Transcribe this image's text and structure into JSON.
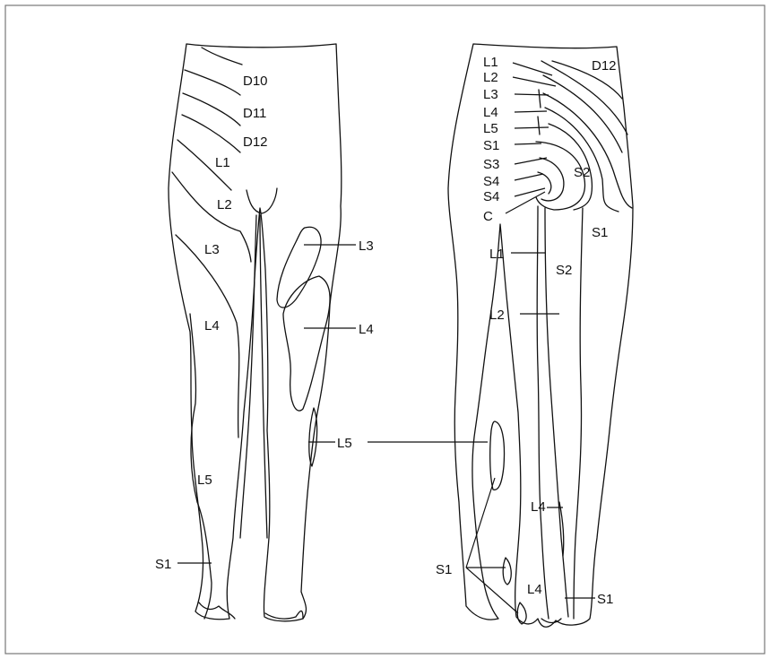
{
  "figure": {
    "anterior_labels": {
      "d10": "D10",
      "d11": "D11",
      "d12": "D12",
      "l1": "L1",
      "l2": "L2",
      "l3": "L3",
      "l4": "L4",
      "l5": "L5",
      "s1": "S1",
      "l3_knee": "L3",
      "l4_knee": "L4",
      "l5_calf": "L5"
    },
    "posterior_labels": {
      "l1": "L1",
      "l2": "L2",
      "l3": "L3",
      "l4": "L4",
      "l5": "L5",
      "s1": "S1",
      "s3": "S3",
      "s4a": "S4",
      "s4b": "S4",
      "c": "C",
      "d12": "D12",
      "s2_buttock": "S2",
      "s1_thigh": "S1",
      "l1_thigh": "L1",
      "s2_thigh": "S2",
      "l2_thigh": "L2",
      "l4_calf": "L4",
      "s1_foot": "S1",
      "l4_foot": "L4",
      "s1_heel": "S1"
    }
  }
}
